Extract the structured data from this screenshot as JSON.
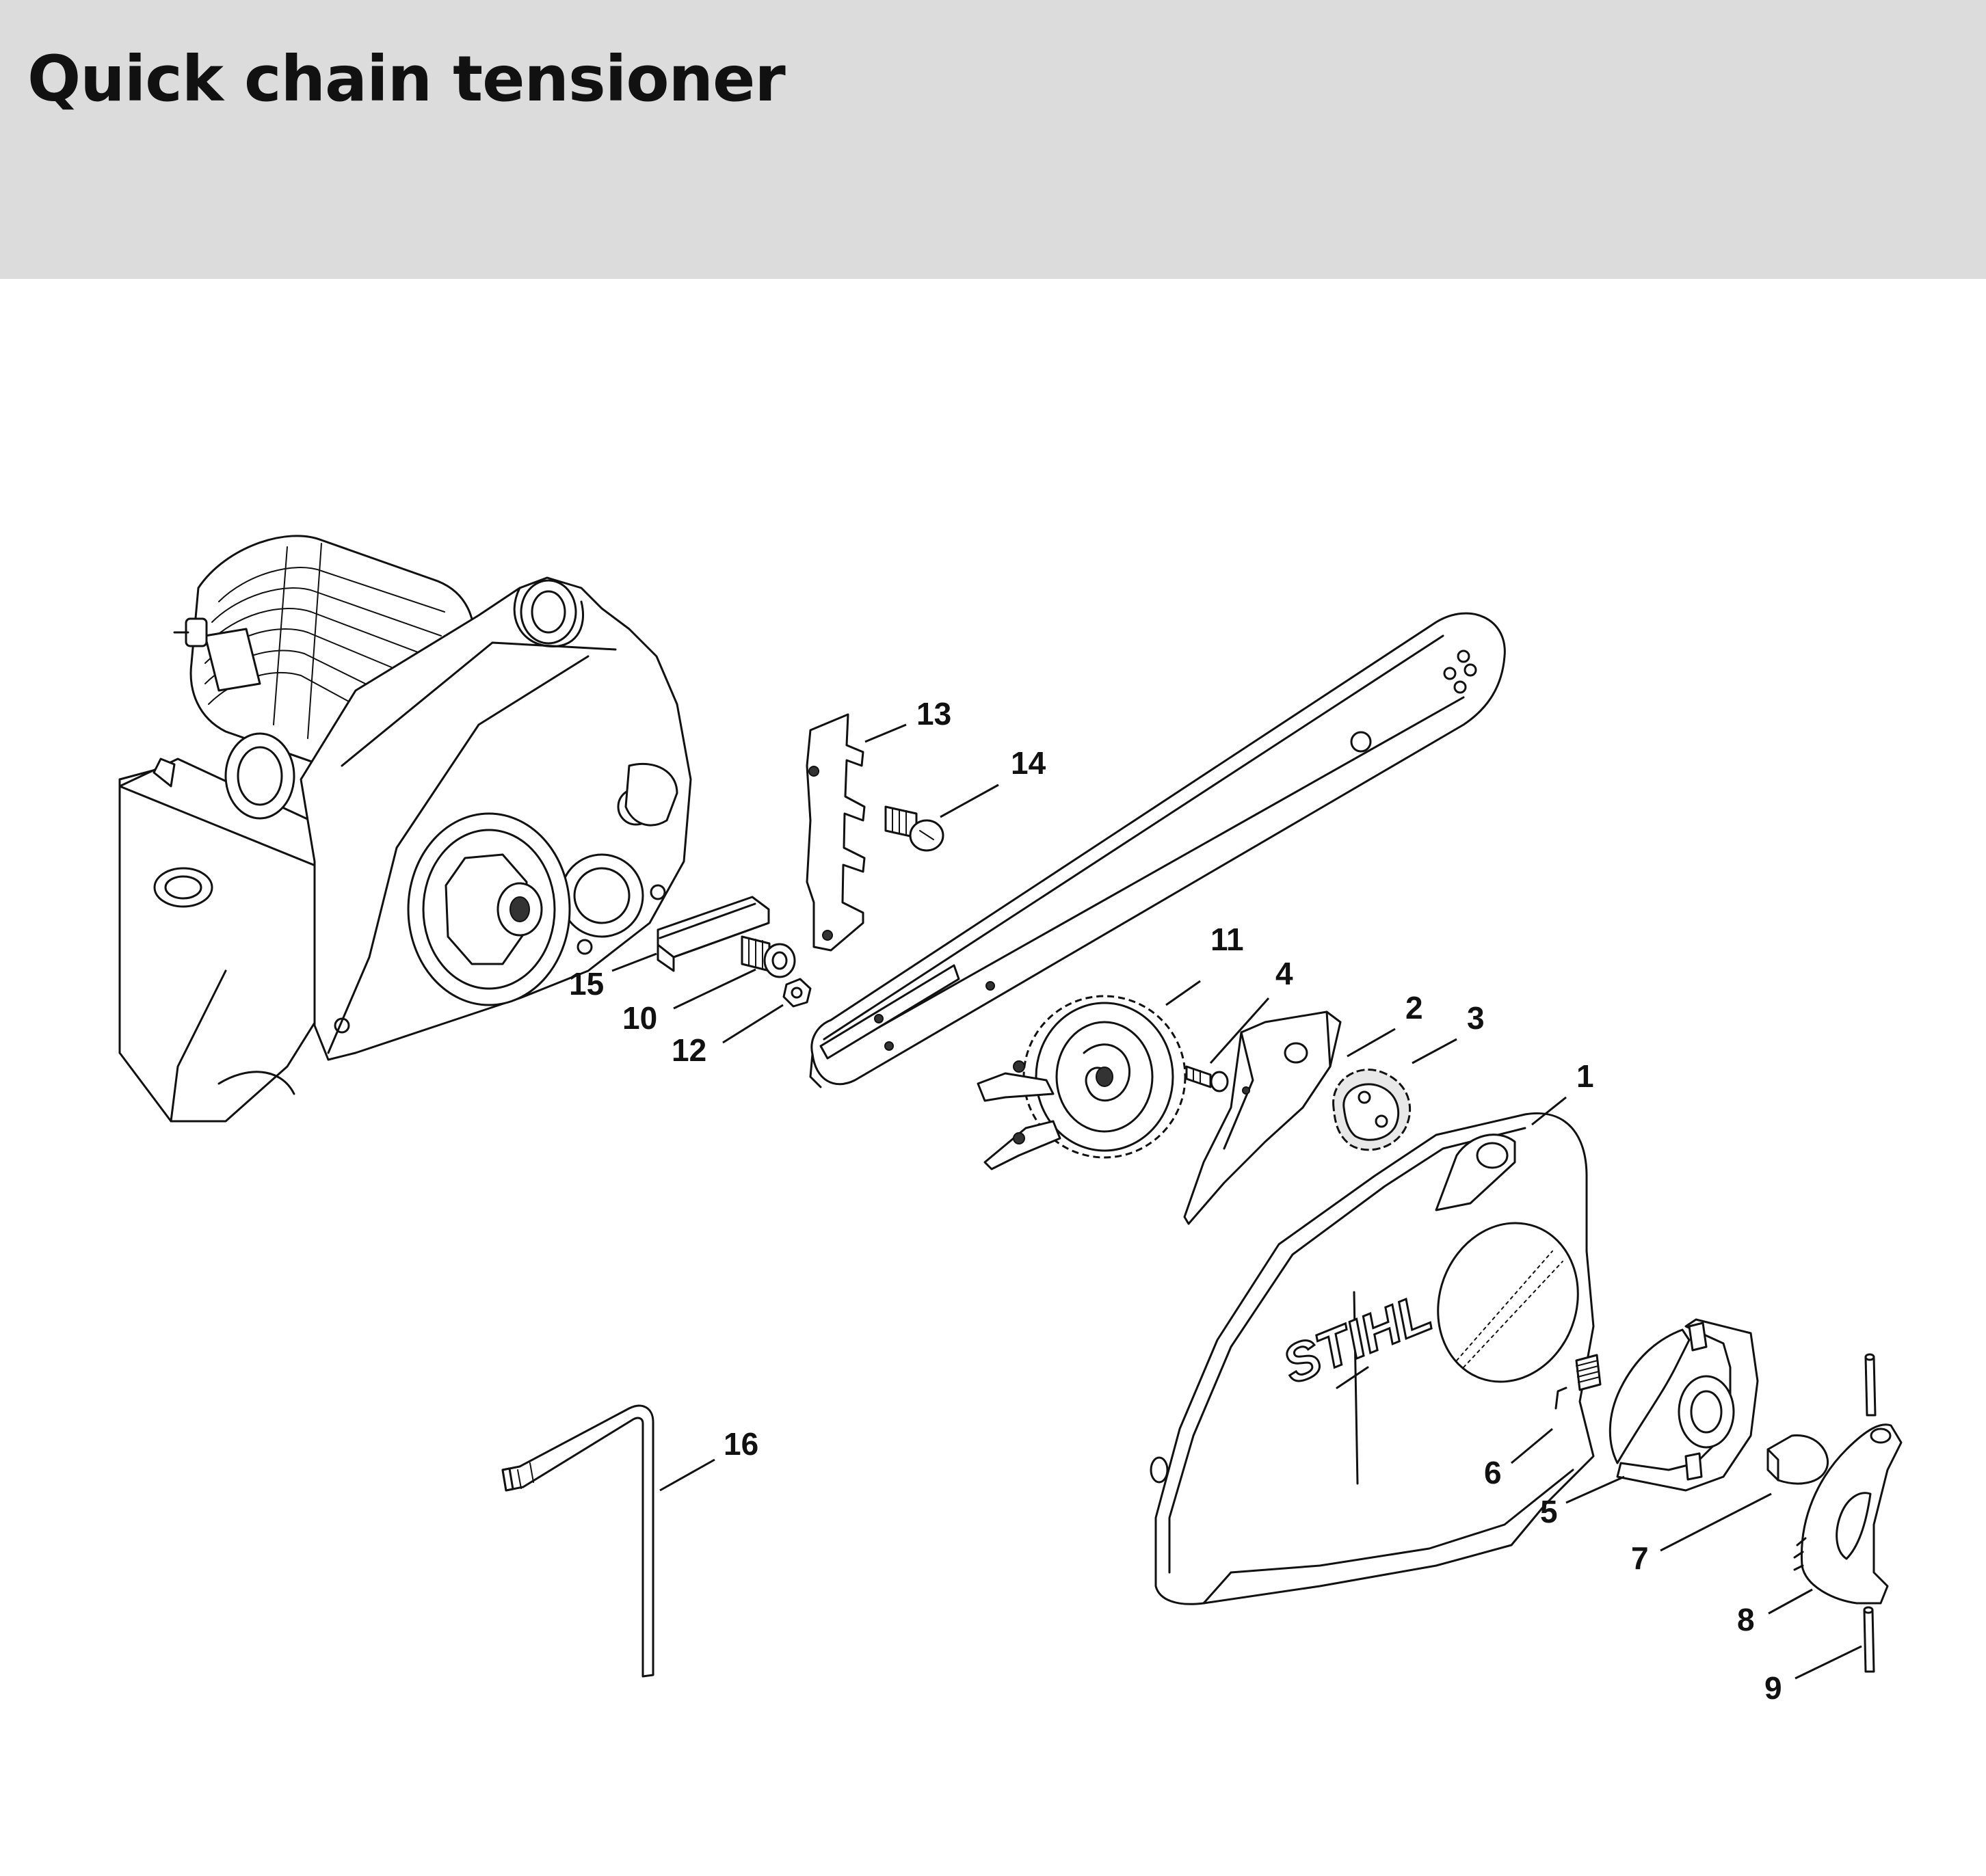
{
  "title": "Quick chain tensioner",
  "brand_mark": "STIHL",
  "callouts": [
    {
      "id": "1",
      "label": "1"
    },
    {
      "id": "2",
      "label": "2"
    },
    {
      "id": "3",
      "label": "3"
    },
    {
      "id": "4",
      "label": "4"
    },
    {
      "id": "5",
      "label": "5"
    },
    {
      "id": "6",
      "label": "6"
    },
    {
      "id": "7",
      "label": "7"
    },
    {
      "id": "8",
      "label": "8"
    },
    {
      "id": "9",
      "label": "9"
    },
    {
      "id": "10",
      "label": "10"
    },
    {
      "id": "11",
      "label": "11"
    },
    {
      "id": "12",
      "label": "12"
    },
    {
      "id": "13",
      "label": "13"
    },
    {
      "id": "14",
      "label": "14"
    },
    {
      "id": "15",
      "label": "15"
    },
    {
      "id": "16",
      "label": "16"
    }
  ],
  "colors": {
    "header_bg": "#dbdcdb",
    "line": "#111111",
    "background": "#ffffff"
  }
}
